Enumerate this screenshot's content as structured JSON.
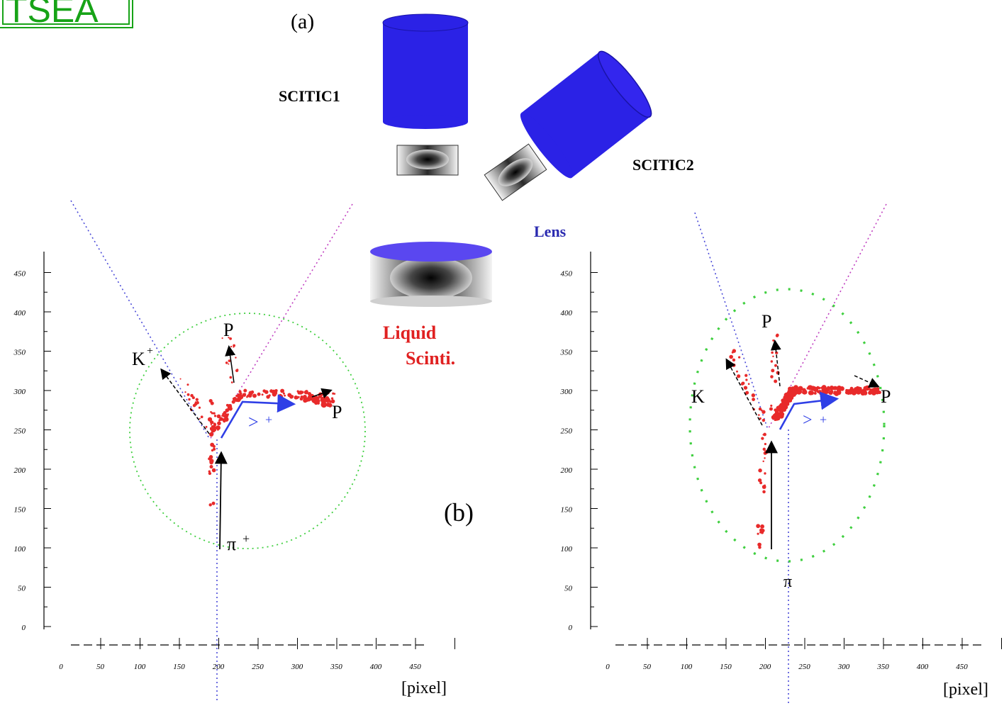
{
  "badge": {
    "text": "TSEA",
    "color": "#17a317"
  },
  "labels": {
    "panel_a": "(a)",
    "panel_b": "(b)",
    "scitic1": "SCITIC1",
    "scitic2": "SCITIC2",
    "lens": "Lens",
    "liquid_line1": "Liquid",
    "liquid_line2": "Scinti."
  },
  "left_plot": {
    "y_ticks": [
      "0",
      "50",
      "100",
      "150",
      "200",
      "250",
      "300",
      "350",
      "400",
      "450"
    ],
    "x_ticks": [
      "0",
      "50",
      "100",
      "150",
      "200",
      "250",
      "300",
      "350",
      "400",
      "450"
    ],
    "x_unit": "[pixel]",
    "particles": {
      "kaon": "K",
      "kaon_sup": "+",
      "proton_up": "P",
      "proton_right": "P",
      "mu": ">",
      "mu_sup": "+",
      "pion": "π",
      "pion_sup": "+"
    }
  },
  "right_plot": {
    "y_ticks": [
      "0",
      "50",
      "100",
      "150",
      "200",
      "250",
      "300",
      "350",
      "400",
      "450"
    ],
    "x_ticks": [
      "0",
      "50",
      "100",
      "150",
      "200",
      "250",
      "300",
      "350",
      "400",
      "450"
    ],
    "x_unit": "[pixel]",
    "particles": {
      "kaon": "K",
      "proton_up": "P",
      "proton_right": "P",
      "mu": ">",
      "mu_sup": "+",
      "pion": "π"
    }
  },
  "colors": {
    "cylinder": "#2b22e6",
    "cylinder_top": "#5a47f0",
    "hits": "#e82a2a",
    "ring": "#3fcf3f",
    "blue_track": "#2f3fe6",
    "label_blue": "#2a2ab0",
    "label_red": "#e02020"
  }
}
